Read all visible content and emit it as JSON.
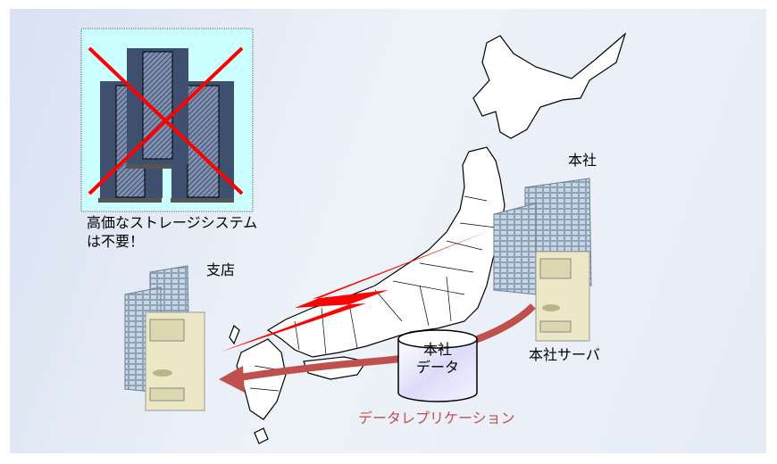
{
  "storage_caption": {
    "line1": "高価なストレージシステム",
    "line2": "は不要！"
  },
  "branch_label": "支店",
  "hq_label": "本社",
  "hq_server_label": "本社サーバ",
  "hq_data": {
    "line1": "本社",
    "line2": "データ"
  },
  "replication_label": "データレプリケーション",
  "colors": {
    "cross": "#ff0000",
    "arrow": "#c0504d",
    "storage_bg": "#ccffff",
    "lightning": "#ff0000"
  }
}
